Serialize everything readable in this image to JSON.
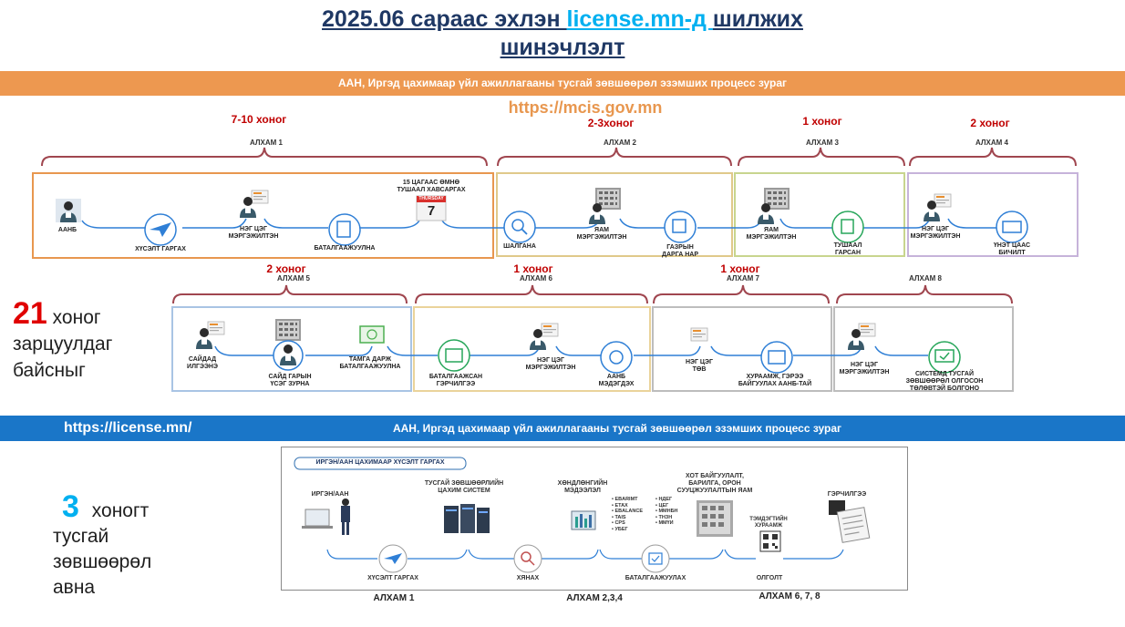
{
  "title": {
    "part1": "2025.06 сараас эхлэн ",
    "part2": "license.mn-д ",
    "part3": "шилжих",
    "line2": "шинэчлэлт"
  },
  "top_section": {
    "bar_title": "ААН, Иргэд цахимаар үйл ажиллагааны тусгай зөвшөөрөл эзэмших процесс зураг",
    "url": "https://mcis.gov.mn",
    "row1": [
      {
        "alham": "АЛХАМ 1",
        "days": "7-10 хоног"
      },
      {
        "alham": "АЛХАМ 2",
        "days": "2-3хоног"
      },
      {
        "alham": "АЛХАМ 3",
        "days": "1 хоног"
      },
      {
        "alham": "АЛХАМ 4",
        "days": "2 хоног"
      }
    ],
    "row2": [
      {
        "alham": "АЛХАМ 5",
        "days": "2 хоног"
      },
      {
        "alham": "АЛХАМ 6",
        "days": "1 хоног"
      },
      {
        "alham": "АЛХАМ 7",
        "days": "1 хоног"
      },
      {
        "alham": "АЛХАМ 8",
        "days": ""
      }
    ],
    "nodes_row1": {
      "aanb": "ААНБ",
      "application": "ХҮСЭЛТ ГАРГАХ",
      "officer1": "НЭГ ЦЭГ\nМЭРГЭЖИЛТЭН",
      "verify": "БАТАЛГААЖУУЛНА",
      "deadline": "15 ЦАГААС ӨМНӨ\nТУШААЛ ХАВСАРГАХ",
      "calendar_day": "THURSDAY",
      "calendar_num": "7",
      "check": "ШАЛГАНА",
      "ministry1": "ЯАМ\nМЭРГЭЖИЛТЭН",
      "director": "ГАЗРЫН\nДАРГА НАР",
      "ministry2": "ЯАМ\nМЭРГЭЖИЛТЭН",
      "order": "ТУШААЛ\nГАРСАН",
      "officer2": "НЭГ ЦЭГ\nМЭРГЭЖИЛТЭН",
      "paper": "ҮНЭТ ЦААС\nБИЧИЛТ"
    },
    "nodes_row2": {
      "announce": "САЙДАД\nИЛГЭЭНЭ",
      "minister": "САЙД ГАРЫН\nҮСЭГ ЗУРНА",
      "stamp": "ТАМГА ДАРЖ\nБАТАЛГААЖУУЛНА",
      "contract": "БАТАЛГААЖСАН\nГЭРЧИЛГЭЭ",
      "officer3": "НЭГ ЦЭГ\nМЭРГЭЖИЛТЭН",
      "inform": "ААНБ\nМЭДЭГДЭХ",
      "center": "НЭГ ЦЭГ\nТӨВ",
      "agreement": "ХУРААМЖ, ГЭРЭЭ\nБАЙГУУЛАХ ААНБ-ТАЙ",
      "officer4": "НЭГ ЦЭГ\nМЭРГЭЖИЛТЭН",
      "system": "СИСТЕМД ТУСГАЙ\nЗӨВШӨӨРӨЛ ОЛГОСОН\nТӨЛӨВТЭЙ БОЛГОНО"
    }
  },
  "left_note1": {
    "number": "21",
    "line1": "хоног",
    "line2": "зарцуулдаг",
    "line3": "байсныг"
  },
  "bottom_section": {
    "url": "https://license.mn/",
    "bar_title": "ААН, Иргэд цахимаар үйл ажиллагааны тусгай зөвшөөрөл эзэмших процесс зураг",
    "tag": "ИРГЭН/ААН ЦАХИМААР ХҮСЭЛТ ГАРГАХ",
    "citizen": "ИРГЭН/ААН",
    "system": "ТУСГАЙ ЗӨВШӨӨРЛИЙН\nЦАХИМ СИСТЕМ",
    "datasets": "ХӨНДЛӨНГИЙН\nМЭДЭЭЛЭЛ",
    "sources_left": [
      "• EBARIMT",
      "• ETAX",
      "• EBALANCE",
      "• TAIS",
      "• CPS",
      "• УБЕГ"
    ],
    "sources_right": [
      "• НДЕГ",
      "• ЦЕГ",
      "• ММНБН",
      "• ТНЗН",
      "• ММҮИ"
    ],
    "ministry": "ХОТ БАЙГУУЛАЛТ,\nБАРИЛГА, ОРОН\nСУУЦЖУУЛАЛТЫН ЯАМ",
    "certificate": "ГЭРЧИЛГЭЭ",
    "qr": "ТЭМДЭГТИЙН\nХУРААМЖ",
    "apply": "ХҮСЭЛТ ГАРГАХ",
    "review": "ХЯНАХ",
    "approve": "БАТАЛГААЖУУЛАХ",
    "issue": "ОЛГОЛТ",
    "steps": [
      "АЛХАМ 1",
      "АЛХАМ 2,3,4",
      "АЛХАМ 6, 7, 8"
    ]
  },
  "left_note2": {
    "number": "3",
    "line1": "хоногт",
    "line2": "тусгай",
    "line3": "зөвшөөрөл",
    "line4": "авна"
  },
  "colors": {
    "orange": "#ed9850",
    "blue": "#1a76c8",
    "red": "#e00000",
    "cyan": "#00b0f0",
    "brace": "#a0464f",
    "line": "#2f7fd6"
  }
}
